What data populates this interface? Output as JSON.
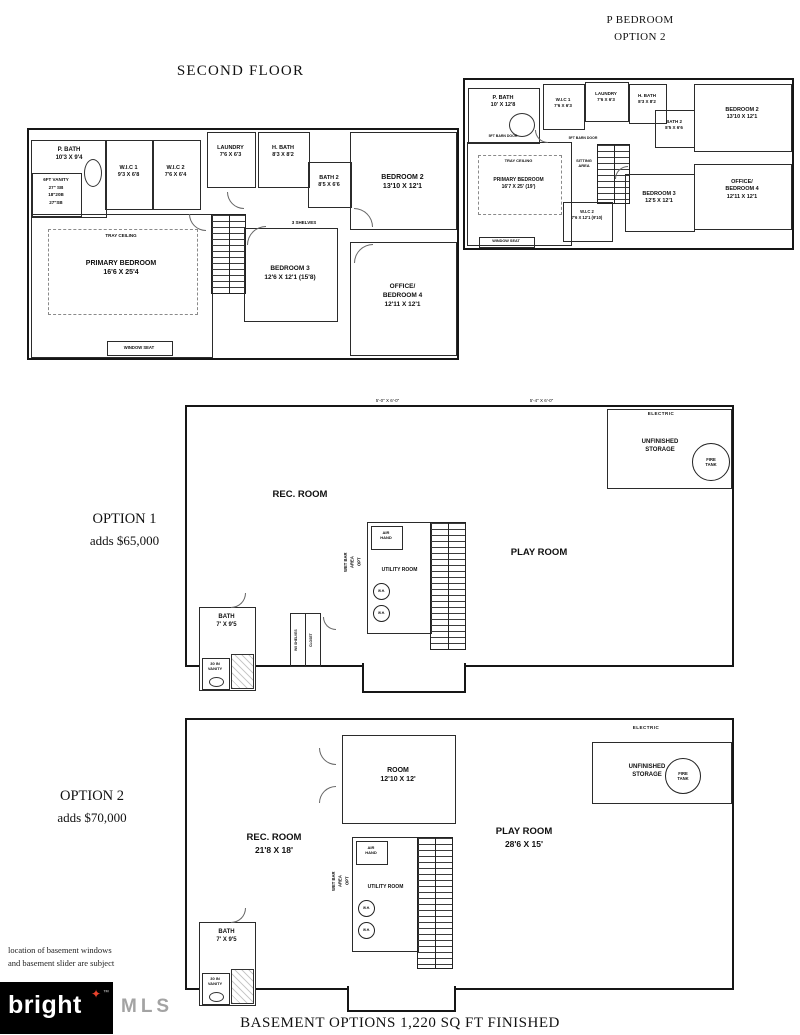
{
  "header": {
    "p_bedroom_option_line1": "P BEDROOM",
    "p_bedroom_option_line2": "OPTION 2",
    "second_floor_title": "SECOND FLOOR"
  },
  "second_floor": {
    "pbath_name": "P. BATH",
    "pbath_dims": "10'3 X 9'4",
    "vanity1": "6FT VANITY",
    "vanity2": "27\" SB",
    "vanity3": "18\"20B",
    "vanity4": "27\"SB",
    "wic1_name": "W.I.C 1",
    "wic1_dims": "9'3 X 6'8",
    "wic2_name": "W.I.C 2",
    "wic2_dims": "7'6 X 6'4",
    "laundry_name": "LAUNDRY",
    "laundry_dims": "7'6 X 6'3",
    "hbath_name": "H. BATH",
    "hbath_dims": "8'3 X 8'2",
    "bath2_name": "BATH 2",
    "bath2_dims": "8'5 X 6'6",
    "bedroom2_name": "BEDROOM 2",
    "bedroom2_dims": "13'10 X 12'1",
    "tray_ceiling": "TRAY CEILING",
    "primary_name": "PRIMARY BEDROOM",
    "primary_dims": "16'6 X 25'4",
    "shelves": "3 SHELVES",
    "bedroom3_name": "BEDROOM 3",
    "bedroom3_dims": "12'6 X 12'1 (15'8)",
    "office_name1": "OFFICE/",
    "office_name2": "BEDROOM 4",
    "office_dims": "12'11 X 12'1",
    "window_seat": "WINDOW SEAT"
  },
  "option2_floor": {
    "pbath_name": "P. BATH",
    "pbath_dims": "10' X 12'8",
    "wic1_name": "W.I.C 1",
    "wic1_dims": "7'6 X 6'3",
    "laundry_name": "LAUNDRY",
    "laundry_dims": "7'6 X 6'3",
    "hbath_name": "H. BATH",
    "hbath_dims": "8'3 X 8'2",
    "bath2_name": "BATH 2",
    "bath2_dims": "8'5 X 6'6",
    "bedroom2_name": "BEDROOM 2",
    "bedroom2_dims": "13'10 X 12'1",
    "barn_door1": "5FT BARN DOOR",
    "barn_door2": "5FT BARN DOOR",
    "tray_ceiling": "TRAY CEILING",
    "primary_name": "PRIMARY BEDROOM",
    "primary_dims": "16'7 X 25' (19')",
    "sitting1": "SITTING",
    "sitting2": "AREA",
    "wic2_name": "W.I.C 2",
    "wic2_dims": "7'6 X 12'1 (9'10)",
    "bedroom3_name": "BEDROOM 3",
    "bedroom3_dims": "12'5 X 12'1",
    "office_name1": "OFFICE/",
    "office_name2": "BEDROOM 4",
    "office_dims": "12'11 X 12'1",
    "window_seat": "WINDOW SEAT"
  },
  "option1": {
    "title": "OPTION 1",
    "subtitle": "adds $65,000",
    "dim1": "5'-0\" X 6'-0\"",
    "dim2": "5'-4\" X 6'-0\"",
    "electric": "ELECTRIC",
    "storage1": "UNFINISHED",
    "storage2": "STORAGE",
    "fire1": "FIRE",
    "fire2": "TANK",
    "rec_room": "REC. ROOM",
    "wetbar1": "WET BAR",
    "wetbar2": "AREA",
    "wetbar3": "OPT",
    "air1": "AIR",
    "air2": "HAND",
    "utility": "UTILITY ROOM",
    "wh1": "W.H.",
    "wh2": "W.H.",
    "play_room": "PLAY ROOM",
    "bath_name": "BATH",
    "bath_dims": "7' X 9'5",
    "vanity1": "30 IN",
    "vanity2": "VANITY",
    "wi_shelves": "W/I SHELVES",
    "closet": "CLOSET"
  },
  "option2": {
    "title": "OPTION 2",
    "subtitle": "adds $70,000",
    "electric": "ELECTRIC",
    "storage1": "UNFINISHED",
    "storage2": "STORAGE",
    "fire1": "FIRE",
    "fire2": "TANK",
    "rec_room_name": "REC. ROOM",
    "rec_room_dims": "21'8 X 18'",
    "room_name": "ROOM",
    "room_dims": "12'10 X 12'",
    "wetbar1": "WET BAR",
    "wetbar2": "AREA",
    "wetbar3": "OPT",
    "air1": "AIR",
    "air2": "HAND",
    "utility": "UTILITY ROOM",
    "wh1": "W.H.",
    "wh2": "W.H.",
    "play_room_name": "PLAY ROOM",
    "play_room_dims": "28'6 X 15'",
    "bath_name": "BATH",
    "bath_dims": "7' X 9'5",
    "vanity1": "30 IN",
    "vanity2": "VANITY"
  },
  "footer": {
    "note1": "location of basement windows",
    "note2": "and basement slider are subject",
    "title": "BASEMENT OPTIONS 1,220 SQ FT FINISHED",
    "logo_word": "bright",
    "logo_mark": "✦",
    "logo_tm": "™",
    "logo_mls": "MLS"
  }
}
